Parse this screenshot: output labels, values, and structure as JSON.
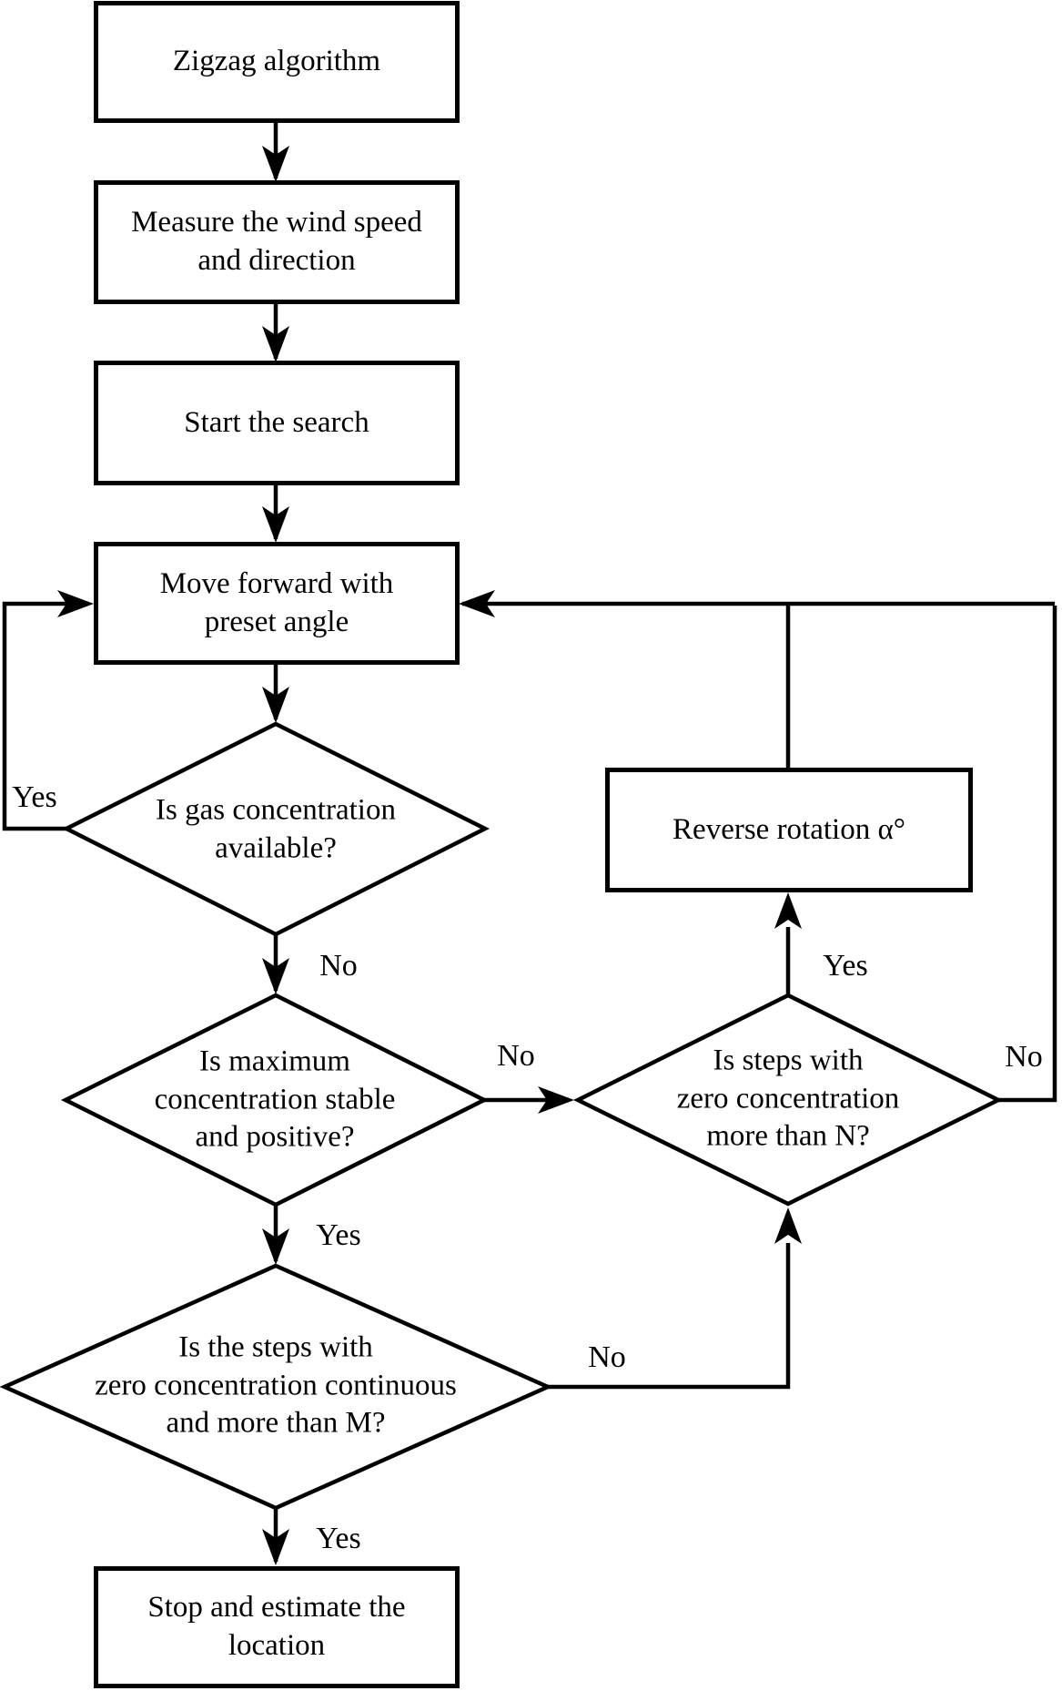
{
  "figure": {
    "background_color": "#ffffff",
    "line_color": "#000000",
    "text_color": "#000000"
  },
  "nodes": {
    "start": {
      "label": "Zigzag algorithm",
      "lines": [
        "Zigzag algorithm"
      ]
    },
    "measure": {
      "label": "Measure the wind speed and direction",
      "lines": [
        "Measure the wind speed",
        "and direction"
      ]
    },
    "search": {
      "label": "Start the search",
      "lines": [
        "Start the search"
      ]
    },
    "move": {
      "label": "Move forward with preset angle",
      "lines": [
        "Move forward with",
        "preset angle"
      ]
    },
    "reverse": {
      "label": "Reverse rotation α°",
      "lines": [
        "Reverse rotation α°"
      ]
    },
    "stop": {
      "label": "Stop and estimate the location",
      "lines": [
        "Stop and estimate the",
        "location"
      ]
    }
  },
  "decisions": {
    "gas": {
      "label": "Is gas concentration available?",
      "lines": [
        "Is gas concentration",
        "available?"
      ]
    },
    "stable": {
      "label": "Is maximum concentration stable and positive?",
      "lines": [
        "Is maximum",
        "concentration stable",
        "and positive?"
      ]
    },
    "steps_n": {
      "label": "Is steps with zero concentration more than N?",
      "lines": [
        "Is steps with",
        "zero concentration",
        "more than N?"
      ]
    },
    "steps_m": {
      "label": "Is the steps with zero concentration continuous and more than M?",
      "lines": [
        "Is the steps with",
        "zero concentration continuous",
        "and more than M?"
      ]
    }
  },
  "edge_labels": {
    "gas_yes": "Yes",
    "gas_no": "No",
    "stable_no": "No",
    "stable_yes": "Yes",
    "steps_n_yes": "Yes",
    "steps_n_no": "No",
    "steps_m_no": "No",
    "steps_m_yes": "Yes"
  }
}
